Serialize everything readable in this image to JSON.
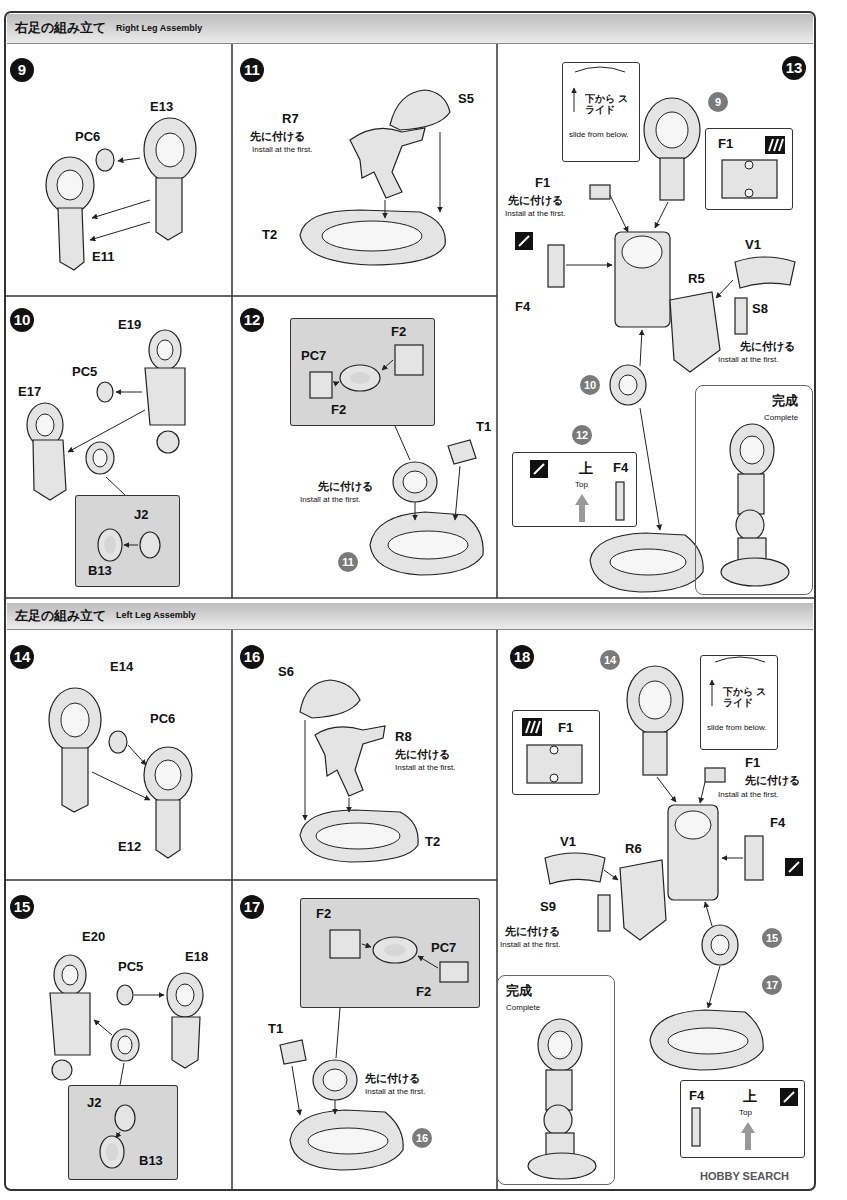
{
  "diagram": {
    "nodes": [
      {
        "text": [
          "右足の組み立て",
          "Right Leg Assembly"
        ]
      },
      {
        "text": [
          "J2",
          "B13"
        ]
      },
      {
        "text": [
          "F2",
          "PC7",
          "F2"
        ]
      },
      {
        "text": [
          "下から スライド",
          "slide from below."
        ]
      },
      {
        "text": [
          "F1"
        ]
      },
      {
        "text": [
          "上",
          "Top",
          "F4"
        ]
      },
      {
        "text": [
          "完成",
          "Complete"
        ]
      },
      {
        "text": [
          "左足の組み立て",
          "Left Leg Assembly"
        ]
      },
      {
        "text": [
          "J2",
          "B13"
        ]
      },
      {
        "text": [
          "F2",
          "PC7",
          "F2"
        ]
      },
      {
        "text": [
          "下から スライド",
          "slide from below."
        ]
      },
      {
        "text": [
          "F1"
        ]
      },
      {
        "text": [
          "完成",
          "Complete"
        ]
      },
      {
        "text": [
          "F4",
          "上",
          "Top"
        ]
      }
    ],
    "labels": [
      "9",
      "E13",
      "PC6",
      "E11",
      "11",
      "S5",
      "R7",
      "先に付ける",
      "Install at the first.",
      "T2",
      "10",
      "E19",
      "PC5",
      "E17",
      "12",
      "T1",
      "先に付ける",
      "Install at the first.",
      "11",
      "13",
      "9",
      "F1",
      "先に付ける",
      "Install at the first.",
      "F4",
      "R5",
      "V1",
      "S8",
      "先に付ける",
      "Install at the first.",
      "10",
      "12",
      "14",
      "E14",
      "PC6",
      "E12",
      "16",
      "S6",
      "R8",
      "先に付ける",
      "Install at the first.",
      "T2",
      "15",
      "E20",
      "PC5",
      "E18",
      "17",
      "T1",
      "先に付ける",
      "Install at the first.",
      "16",
      "18",
      "14",
      "F1",
      "先に付ける",
      "Install at the first.",
      "V1",
      "R6",
      "F4",
      "S9",
      "先に付ける",
      "Install at the first.",
      "15",
      "17",
      "HOBBY SEARCH"
    ]
  }
}
